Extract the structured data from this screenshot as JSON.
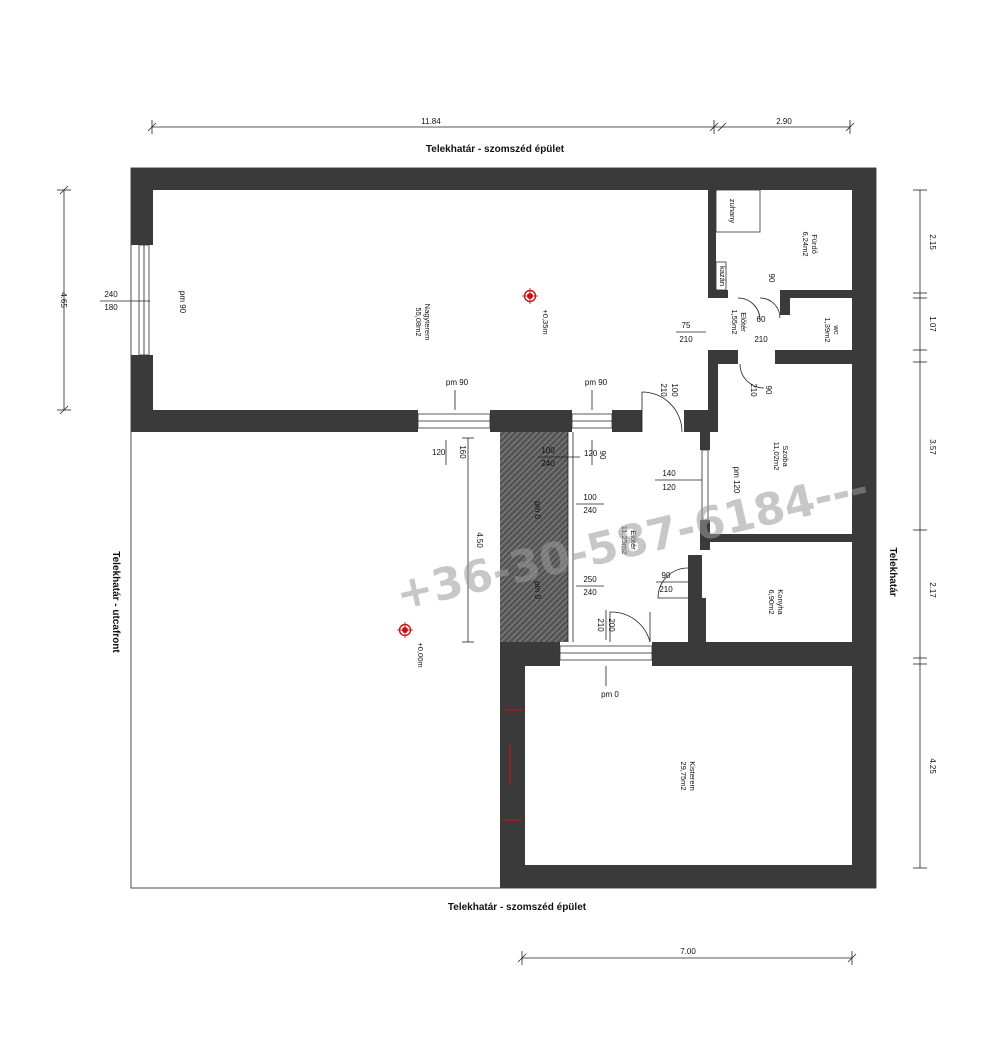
{
  "labels": {
    "top_boundary": "Telekhatár - szomszéd épület",
    "bottom_boundary": "Telekhatár - szomszéd épület",
    "left_boundary": "Telekhatár - utcafront",
    "right_boundary": "Telekhatár"
  },
  "dimensions": {
    "top_main": "11.84",
    "top_right": "2.90",
    "left_height": "4.65",
    "right_1": "2.15",
    "right_2": "1.07",
    "right_3": "3.57",
    "right_4": "2.17",
    "right_5": "4.25",
    "bottom_width": "7.00",
    "inner_vertical": "4.50"
  },
  "rooms": {
    "nagyterem_name": "Nagyterem",
    "nagyterem_area": "55,08m2",
    "furdo_name": "Fürdő",
    "furdo_area": "6,24m2",
    "eloter1_name": "Előtér",
    "eloter1_area": "1,55m2",
    "wc_name": "wc",
    "wc_area": "1,39m2",
    "szoba_name": "Szoba",
    "szoba_area": "11,02m2",
    "eloter2_name": "Előtér",
    "eloter2_area": "11,25m2",
    "konyha_name": "Konyha",
    "konyha_area": "6,90m2",
    "kisterem_name": "Kisterem",
    "kisterem_area": "29,75m2",
    "zuhany": "zuhany",
    "kazan": "kazán"
  },
  "levels": {
    "upper": "+0,35m",
    "lower": "+0,00m"
  },
  "openings": {
    "w_left_w": "240",
    "w_left_h": "180",
    "w_left_pm": "pm 90",
    "w1_pm": "pm 90",
    "w1_w": "160",
    "w1_h": "120",
    "w2_pm": "pm 90",
    "w2_w": "90",
    "w2_h": "120",
    "d_nagy_w": "75",
    "d_nagy_h": "210",
    "d_hall_w": "100",
    "d_hall_h": "210",
    "d_furdo_w": "90",
    "d_furdo_h": "210",
    "d_wc_w": "60",
    "d_wc_h": "210",
    "d_wc2_w": "90",
    "d_wc2_h": "210",
    "sh1_w": "100",
    "sh1_h": "240",
    "sh1_pm": "pm 0",
    "sh2_w": "100",
    "sh2_h": "240",
    "sh2_pm": "pm 0",
    "sh3_w": "250",
    "sh3_h": "240",
    "w_szoba_w": "140",
    "w_szoba_h": "120",
    "w_szoba_pm": "pm 120",
    "d_konyha_w": "90",
    "d_konyha_h": "210",
    "d_ent_w": "200",
    "d_ent_h": "210",
    "d_ent_pm": "pm 0"
  },
  "watermark": "+36-30-587-6184---",
  "colors": {
    "wall": "#3a3a3a",
    "level_marker": "#cc1111",
    "watermark": "#9a9a9a"
  }
}
